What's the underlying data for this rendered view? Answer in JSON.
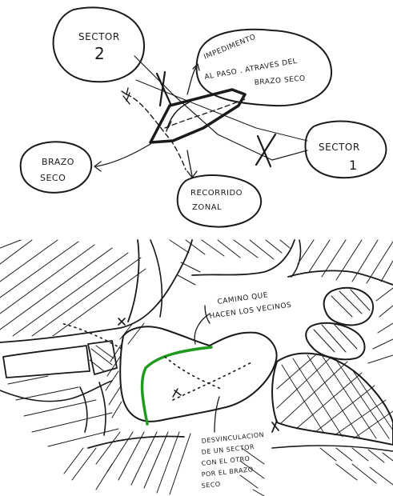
{
  "top_diagram": {
    "bubbles": {
      "sector2": {
        "title": "SECTOR",
        "number": "2"
      },
      "sector1": {
        "title": "SECTOR",
        "number": "1"
      },
      "brazo": {
        "lines": [
          "BRAZO",
          "SECO"
        ]
      },
      "recorrido": {
        "lines": [
          "RECORRIDO",
          "ZONAL"
        ]
      },
      "impedimento": {
        "lines": [
          "IMPEDIMENTO",
          "AL PASO . ATRAVES DEL",
          "BRAZO SECO"
        ]
      }
    }
  },
  "bottom_sketch": {
    "annotations": {
      "camino": {
        "lines": [
          "CAMINO QUE",
          "HACEN LOS VECINOS"
        ]
      },
      "desvinculacion": {
        "lines": [
          "DESVINCULACION",
          "DE UN SECTOR",
          "CON EL OTRO",
          "POR EL BRAZO",
          "SECO"
        ]
      }
    },
    "colors": {
      "ink": "#1a1a1a",
      "path_green": "#1f9a1f"
    }
  }
}
